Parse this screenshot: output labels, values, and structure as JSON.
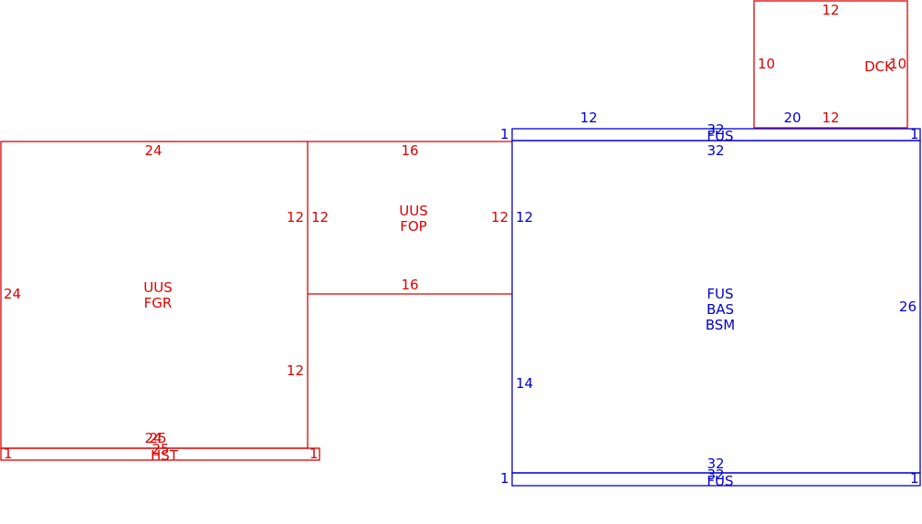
{
  "colors": {
    "red": "#dd0000",
    "blue": "#0000cc"
  },
  "rooms": {
    "dck": {
      "lines": [
        "DCK"
      ],
      "dims": {
        "top": "12",
        "left": "10",
        "right": "10",
        "bottom": "12",
        "bottom_extra": "20"
      }
    },
    "fus_top_strip": {
      "lines": [
        "FUS"
      ],
      "dims": {
        "left": "1",
        "right": "1",
        "top": "32",
        "top_left": "12"
      }
    },
    "fus_main": {
      "lines": [
        "FUS",
        "BAS",
        "BSM"
      ],
      "dims": {
        "top": "32",
        "left_upper": "12",
        "left_lower": "14",
        "right": "26",
        "bottom": "32"
      }
    },
    "fus_bottom_strip": {
      "lines": [
        "FUS"
      ],
      "dims": {
        "left": "1",
        "right": "1",
        "top": "32"
      }
    },
    "uus_fgr": {
      "lines": [
        "UUS",
        "FGR"
      ],
      "dims": {
        "top": "24",
        "left": "24",
        "right_upper": "12",
        "right_lower": "12",
        "bottom": "24"
      }
    },
    "uus_fop": {
      "lines": [
        "UUS",
        "FOP"
      ],
      "dims": {
        "top": "16",
        "left": "12",
        "right": "12",
        "bottom": "16"
      }
    },
    "hst": {
      "lines": [
        "HST"
      ],
      "dims": {
        "left": "1",
        "right": "1",
        "top": "25",
        "top2": "25"
      }
    }
  }
}
